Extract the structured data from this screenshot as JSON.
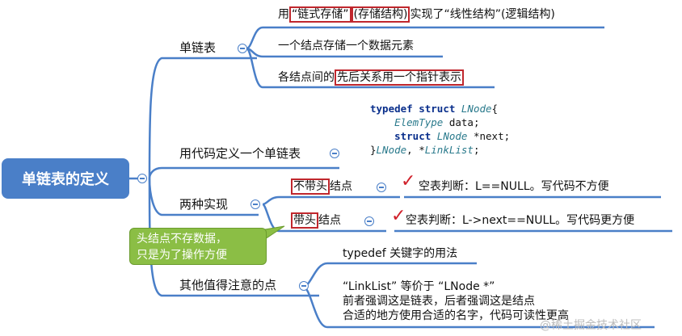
{
  "root": {
    "label": "单链表的定义"
  },
  "branches": {
    "single": {
      "label": "单链表",
      "line1": {
        "prefix": "用",
        "boxed1": "“链式存储”",
        "boxed2": "(存储结构)",
        "suffix": "实现了“线性结构”(逻辑结构)"
      },
      "line2": "一个结点存储一个数据元素",
      "line3": {
        "prefix": "各结点间的",
        "boxed": "先后关系用一个指针表示"
      }
    },
    "code": {
      "label": "用代码定义一个单链表",
      "lines": {
        "l1_kw1": "typedef",
        "l1_kw2": "struct",
        "l1_ty": "LNode",
        "l1_rest": "{",
        "l2_ty": "ElemType",
        "l2_rest": " data;",
        "l3_kw": "struct",
        "l3_ty": "LNode",
        "l3_rest": " *next;",
        "l4_a": "}",
        "l4_ty1": "LNode",
        "l4_b": ", *",
        "l4_ty2": "LinkList",
        "l4_c": ";"
      }
    },
    "impl": {
      "label": "两种实现",
      "no_head": {
        "boxed": "不带头",
        "suffix": "结点",
        "desc": "空表判断：L==NULL。写代码不方便"
      },
      "with_head": {
        "boxed": "带头",
        "suffix": "结点",
        "desc": "空表判断：L->next==NULL。写代码更方便"
      },
      "callout": {
        "line1": "头结点不存数据，",
        "line2": "只是为了操作方便"
      }
    },
    "other": {
      "label": "其他值得注意的点",
      "line1": "typedef 关键字的用法",
      "line2": "“LinkList” 等价于 “LNode *”",
      "line3": "前者强调这是链表，后者强调这是结点",
      "line4": "合适的地方使用合适的名字，代码可读性更高"
    }
  },
  "check_mark": "✓",
  "watermark": "@稀土掘金技术社区",
  "colors": {
    "root": "#4a7fc8",
    "branch_line": "#4a7fc8",
    "highlight_box": "#c0272d",
    "callout": "#8bbe45",
    "check": "#d0202a"
  }
}
